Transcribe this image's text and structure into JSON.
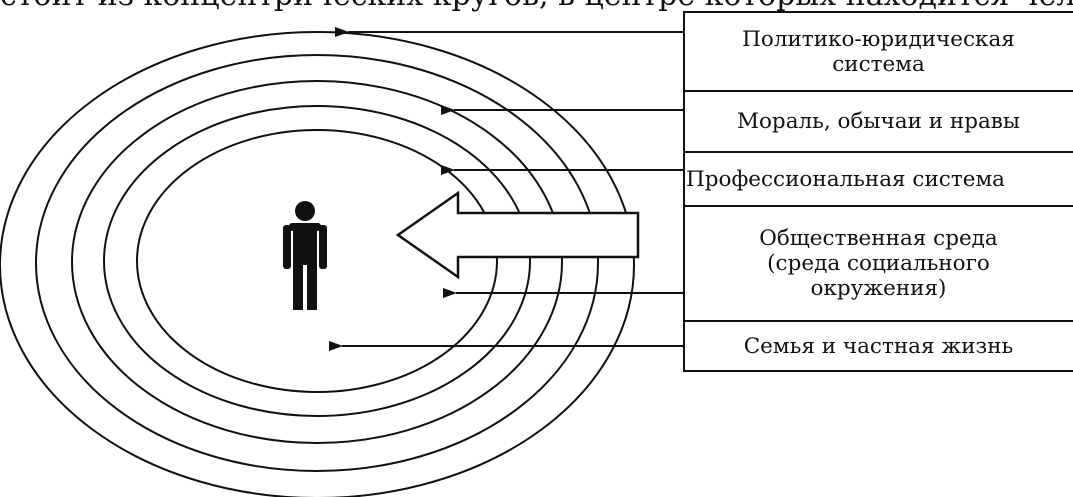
{
  "top_caption": "стоит из концентрических кругов, в центре которых находится чело",
  "layers": [
    {
      "label": "Политико-юридическая\nсистема"
    },
    {
      "label": "Мораль, обычаи и нравы"
    },
    {
      "label": "Профессиональная система"
    },
    {
      "label": "Общественная среда\n(среда социального\nокружения)"
    },
    {
      "label": "Семья и частная жизнь"
    }
  ],
  "colors": {
    "line": "#111111",
    "background": "#ffffff"
  },
  "icons": {
    "center": "person-icon",
    "influence": "big-left-arrow-icon"
  }
}
